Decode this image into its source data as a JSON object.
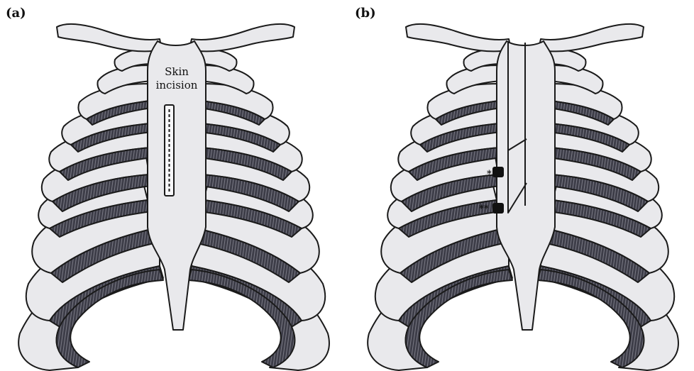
{
  "panels": [
    {
      "label": "(a)",
      "view": "anterior rib cage with vertical midline skin incision"
    },
    {
      "label": "(b)",
      "view": "anterior rib cage after sternotomy with two windows beside the sternum"
    }
  ],
  "annotations": {
    "skin_incision_line1": "Skin",
    "skin_incision_line2": "incision",
    "marker_single": "*",
    "marker_double": "**"
  },
  "colors": {
    "bone_fill": "#e9e9ec",
    "outline": "#1a1a1a",
    "intercostal_dark": "#3b3b47"
  }
}
